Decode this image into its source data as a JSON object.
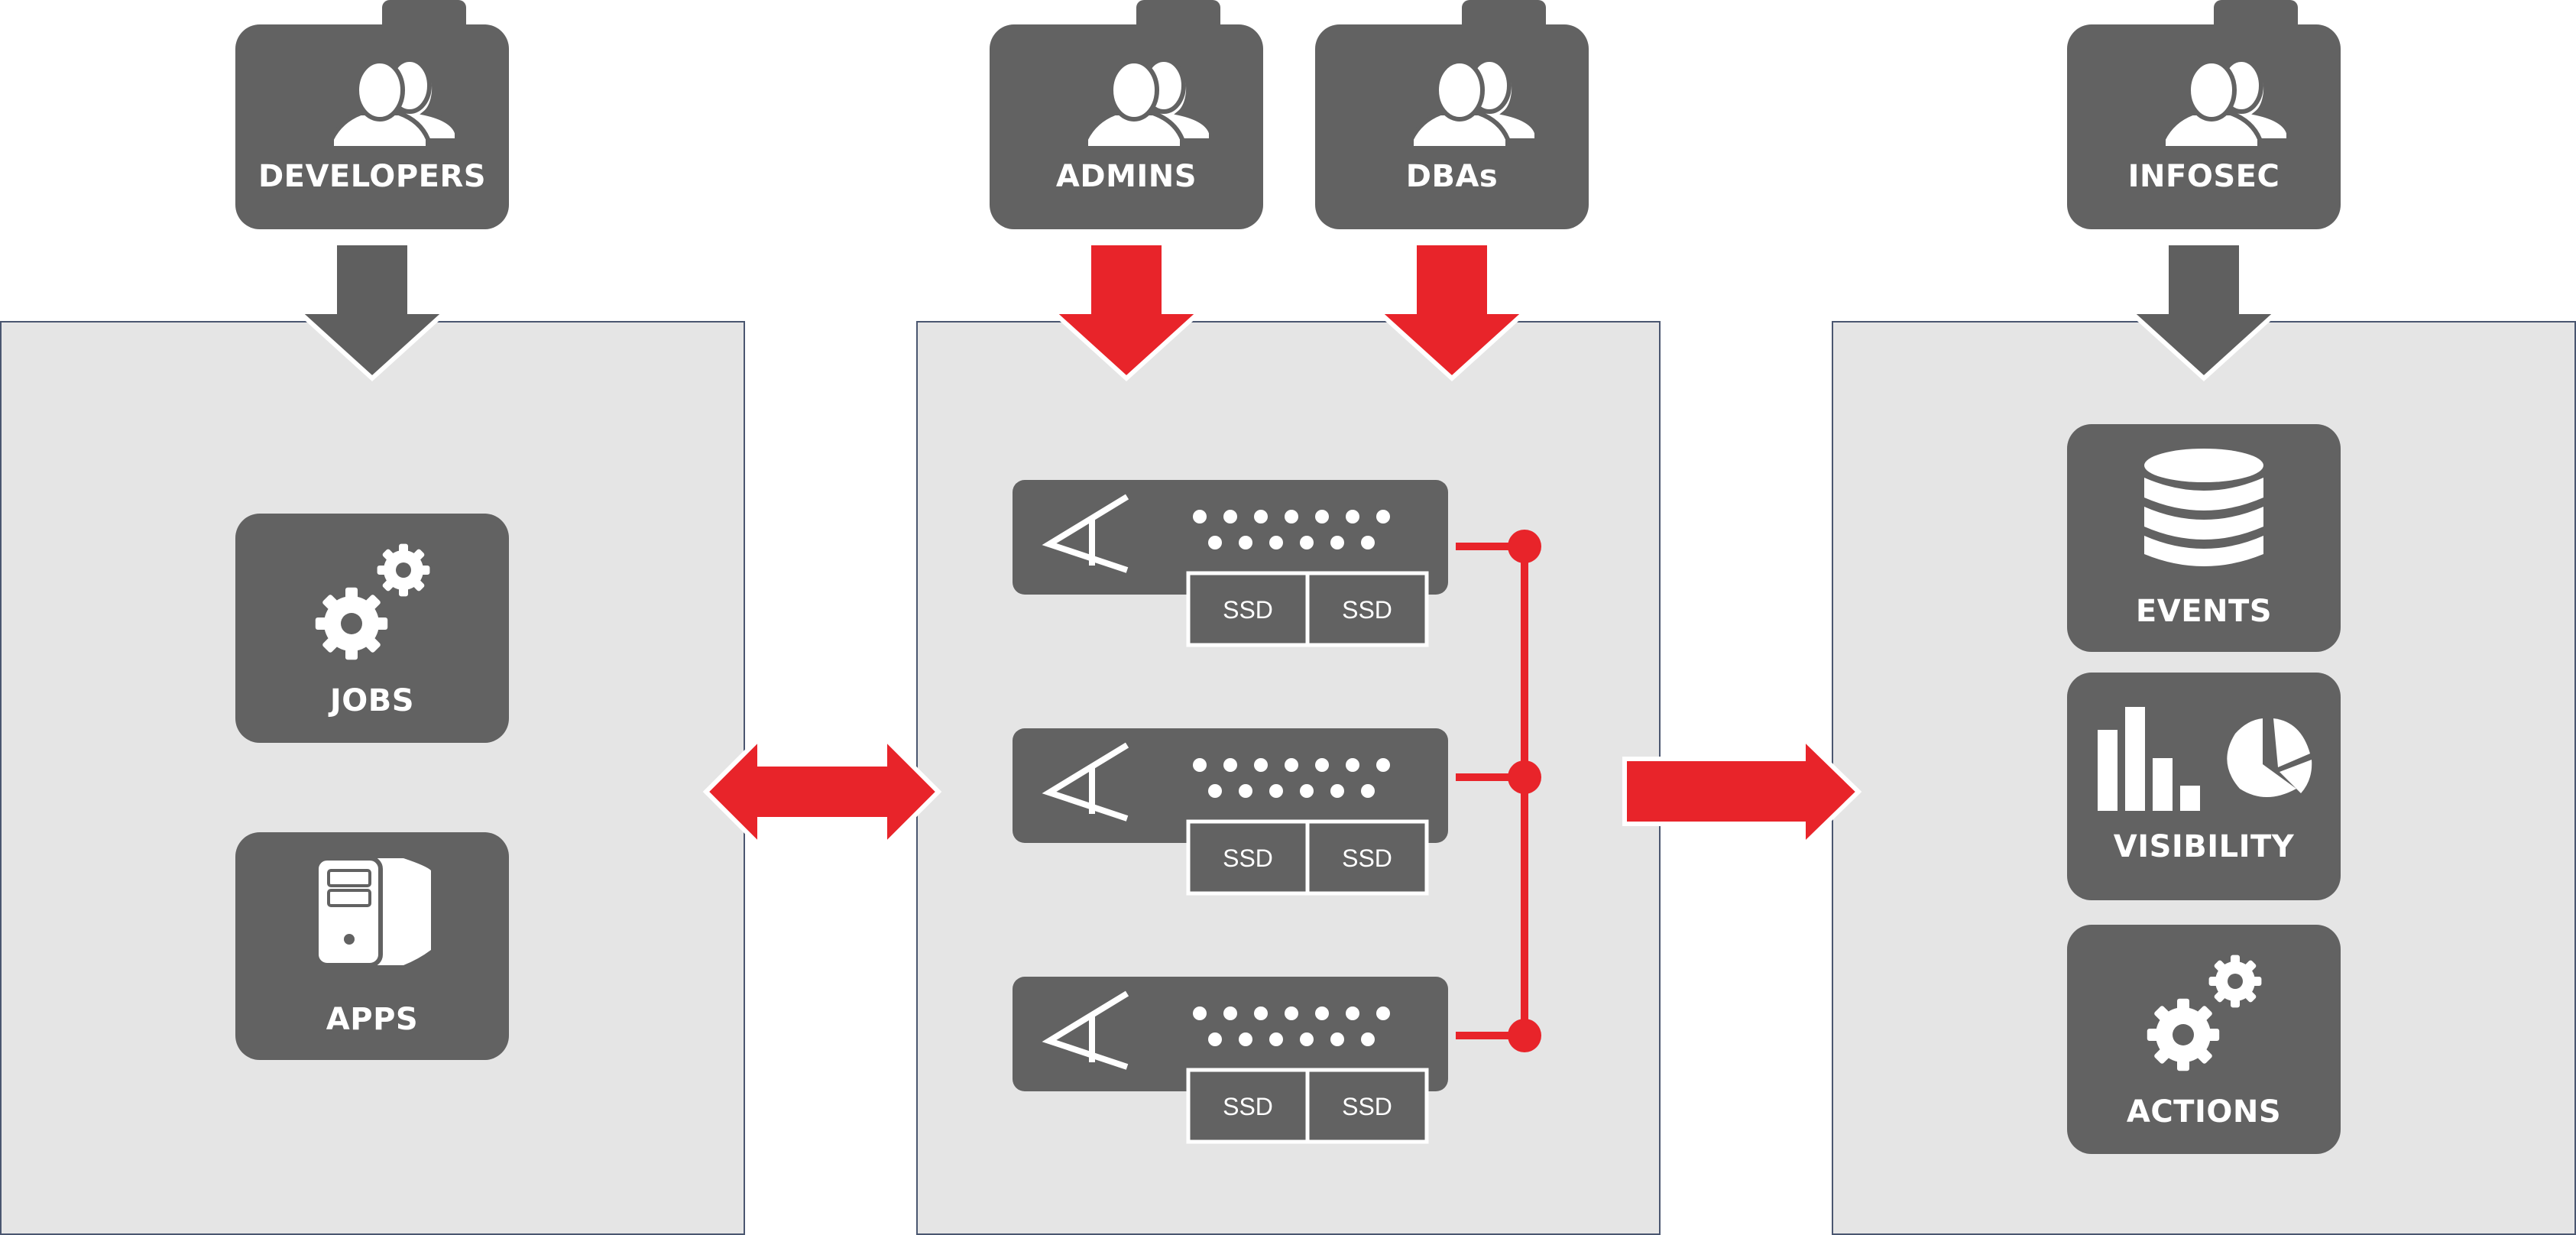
{
  "user_groups": {
    "developers": "DEVELOPERS",
    "admins": "ADMINS",
    "dbas": "DBAs",
    "infosec": "INFOSEC"
  },
  "workloads": {
    "jobs": "JOBS",
    "apps": "APPS"
  },
  "storage": {
    "nodes": [
      {
        "disks": [
          "SSD",
          "SSD"
        ]
      },
      {
        "disks": [
          "SSD",
          "SSD"
        ]
      },
      {
        "disks": [
          "SSD",
          "SSD"
        ]
      }
    ]
  },
  "security": {
    "events": "EVENTS",
    "visibility": "VISIBILITY",
    "actions": "ACTIONS"
  },
  "colors": {
    "tile": "#626262",
    "panel": "#e5e5e5",
    "panel_border": "#4a5670",
    "accent_red": "#e8242a",
    "arrow_gray": "#5f5f5f"
  },
  "icons": [
    "users-icon",
    "gears-icon",
    "server-tower-icon",
    "database-icon",
    "bar-pie-chart-icon",
    "storage-node-icon"
  ]
}
